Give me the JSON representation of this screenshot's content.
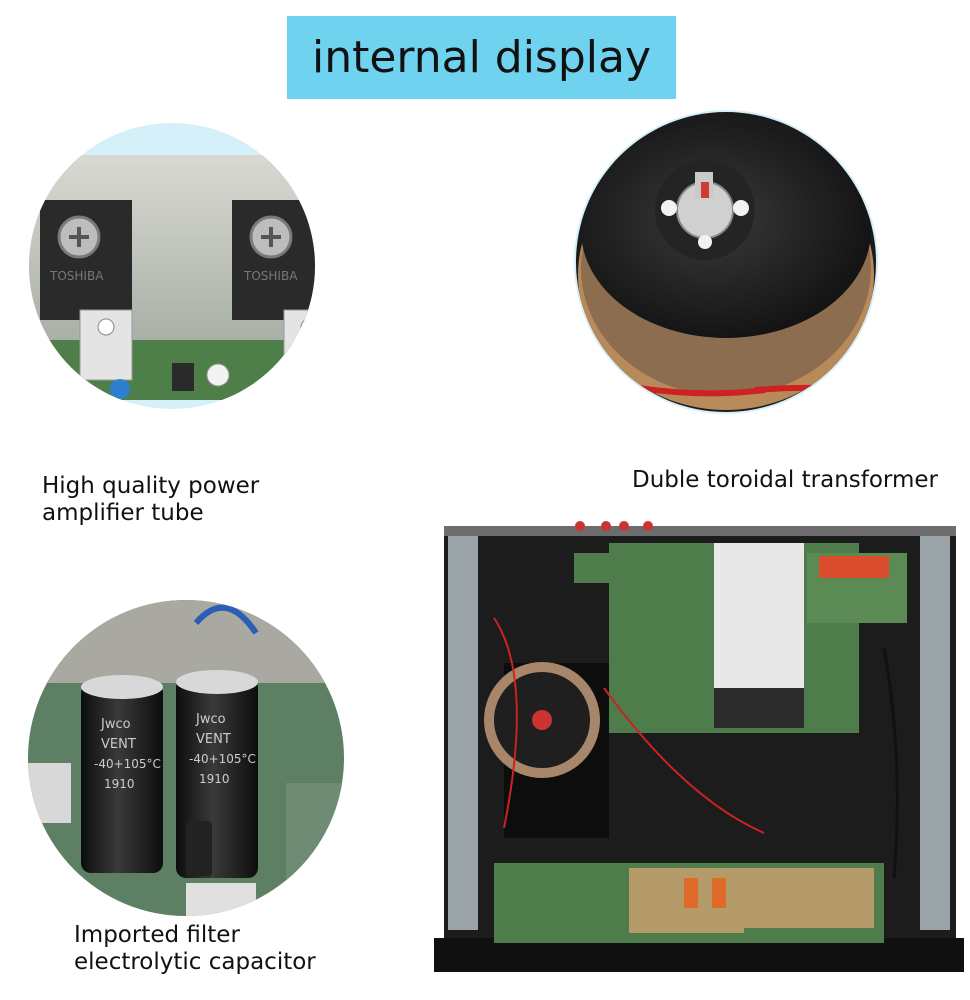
{
  "banner": {
    "title": "internal display"
  },
  "captions": {
    "power_tube": [
      "High quality power",
      "amplifier tube"
    ],
    "transformer": [
      "Duble toroidal transformer"
    ],
    "capacitor": [
      "Imported filter",
      "electrolytic capacitor"
    ]
  },
  "photo_text": {
    "tube_brand": "TOSHIBA",
    "cap_brand": "Jwco",
    "cap_vent": "VENT",
    "cap_temp": "-40+105°C",
    "cap_code": "1910"
  },
  "colors": {
    "banner": "#6fd3f0",
    "pcb_green": "#3f6f3a",
    "chassis": "#1a1a1a",
    "copper": "#b88a5a"
  }
}
